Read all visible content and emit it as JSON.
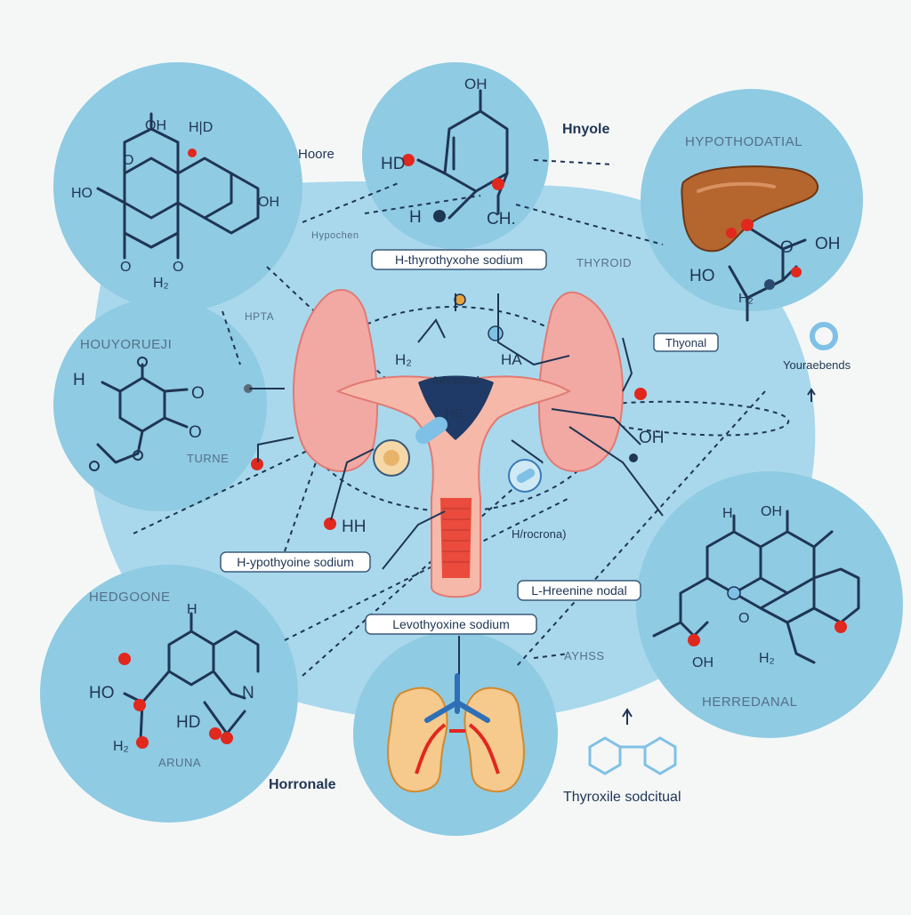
{
  "colors": {
    "background": "#f5f7f7",
    "bubble": "#8fcbe3",
    "bubble_light": "#a9d8ec",
    "ink": "#1f3554",
    "atom_red": "#e0281f",
    "gland_pink": "#f2a9a3",
    "liver_brown": "#b5652e",
    "kidney_peach": "#f6c98d",
    "vessel_blue": "#2f6fb6"
  },
  "labels": {
    "top_left_h": "H|D",
    "hoore": "Hoore",
    "hnyole": "Hnyole",
    "hypothodatial": "HYPOTHODATIAL",
    "hypochen": "Hypochen",
    "thyroid": "THYROID",
    "hpta": "HPTA",
    "hooyorueji": "HOUYORUEJI",
    "turne": "TURNE",
    "thyonal": "Thyonal",
    "youraebends": "Youraebends",
    "adysonal": "Adysonal",
    "he_center": "HE",
    "hrecronal": "H/rocrona)",
    "hedgoone": "HEDGOONE",
    "aruna": "ARUNA",
    "ayhss": "AYHSS",
    "herredanal": "HERREDANAL",
    "horronale": "Horronale",
    "thyroxile": "Thyroxile sodcitual"
  },
  "pills": {
    "top": "H-thyrothyxohe sodium",
    "left": "H-ypothyoine sodium",
    "right": "L-Hreenine nodal",
    "bottom": "Levothyoxine sodium"
  },
  "chem": {
    "oh": "OH",
    "ho": "HO",
    "hd": "HD",
    "ho_o": "O",
    "h": "H",
    "n": "N",
    "ch": "CH.",
    "hb": "H₂",
    "hh": "HH",
    "ha": "HA",
    "hd2": "H₂"
  },
  "icons": [
    "liver-icon",
    "kidney-icon",
    "thyroid-gland-icon",
    "atom-icon",
    "ring-icon",
    "arrow-icon"
  ]
}
